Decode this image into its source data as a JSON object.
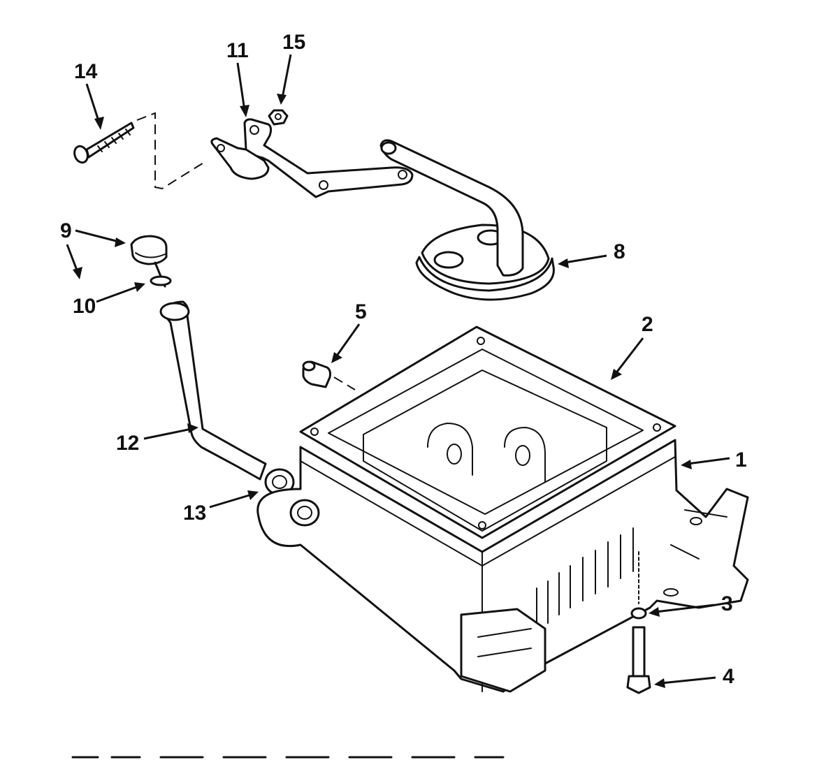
{
  "callouts": [
    {
      "id": "1",
      "label": "1"
    },
    {
      "id": "2",
      "label": "2"
    },
    {
      "id": "3",
      "label": "3"
    },
    {
      "id": "4",
      "label": "4"
    },
    {
      "id": "5",
      "label": "5"
    },
    {
      "id": "8",
      "label": "8"
    },
    {
      "id": "9",
      "label": "9"
    },
    {
      "id": "10",
      "label": "10"
    },
    {
      "id": "11",
      "label": "11"
    },
    {
      "id": "12",
      "label": "12"
    },
    {
      "id": "13",
      "label": "13"
    },
    {
      "id": "14",
      "label": "14"
    },
    {
      "id": "15",
      "label": "15"
    }
  ]
}
